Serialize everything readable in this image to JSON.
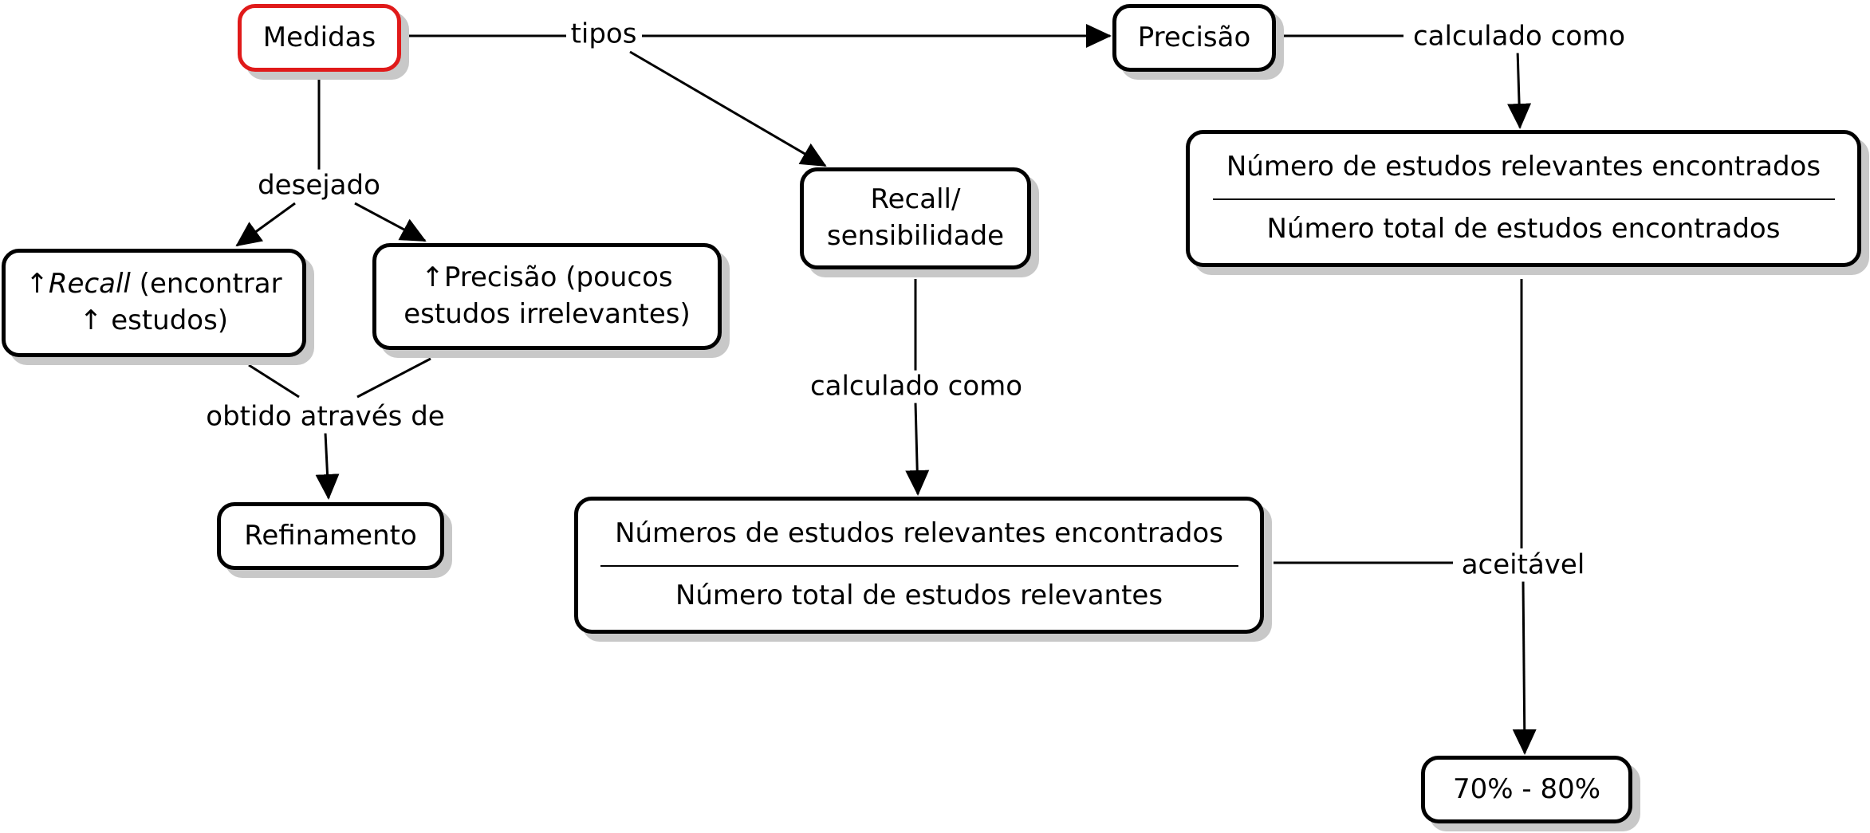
{
  "nodes": {
    "medidas": "Medidas",
    "precisao": "Precisão",
    "recall_sens": {
      "line1": "Recall/",
      "line2": "sensibilidade"
    },
    "recall_up": {
      "arrow": "↑",
      "italic": "Recall",
      "rest1": " (encontrar",
      "line2": "↑ estudos)"
    },
    "precisao_up": {
      "line1": "↑Precisão (poucos",
      "line2": "estudos irrelevantes)"
    },
    "refinamento": "Refinamento",
    "precision_formula": {
      "numerator": "Número de estudos relevantes encontrados",
      "denominator": "Número total de estudos encontrados"
    },
    "recall_formula": {
      "numerator": "Números de estudos relevantes encontrados",
      "denominator": "Número total de estudos relevantes"
    },
    "range": "70% - 80%"
  },
  "links": {
    "tipos": "tipos",
    "calculado_como_precision": "calculado como",
    "calculado_como_recall": "calculado como",
    "desejado": "desejado",
    "obtido": "obtido através de",
    "aceitavel": "aceitável"
  }
}
